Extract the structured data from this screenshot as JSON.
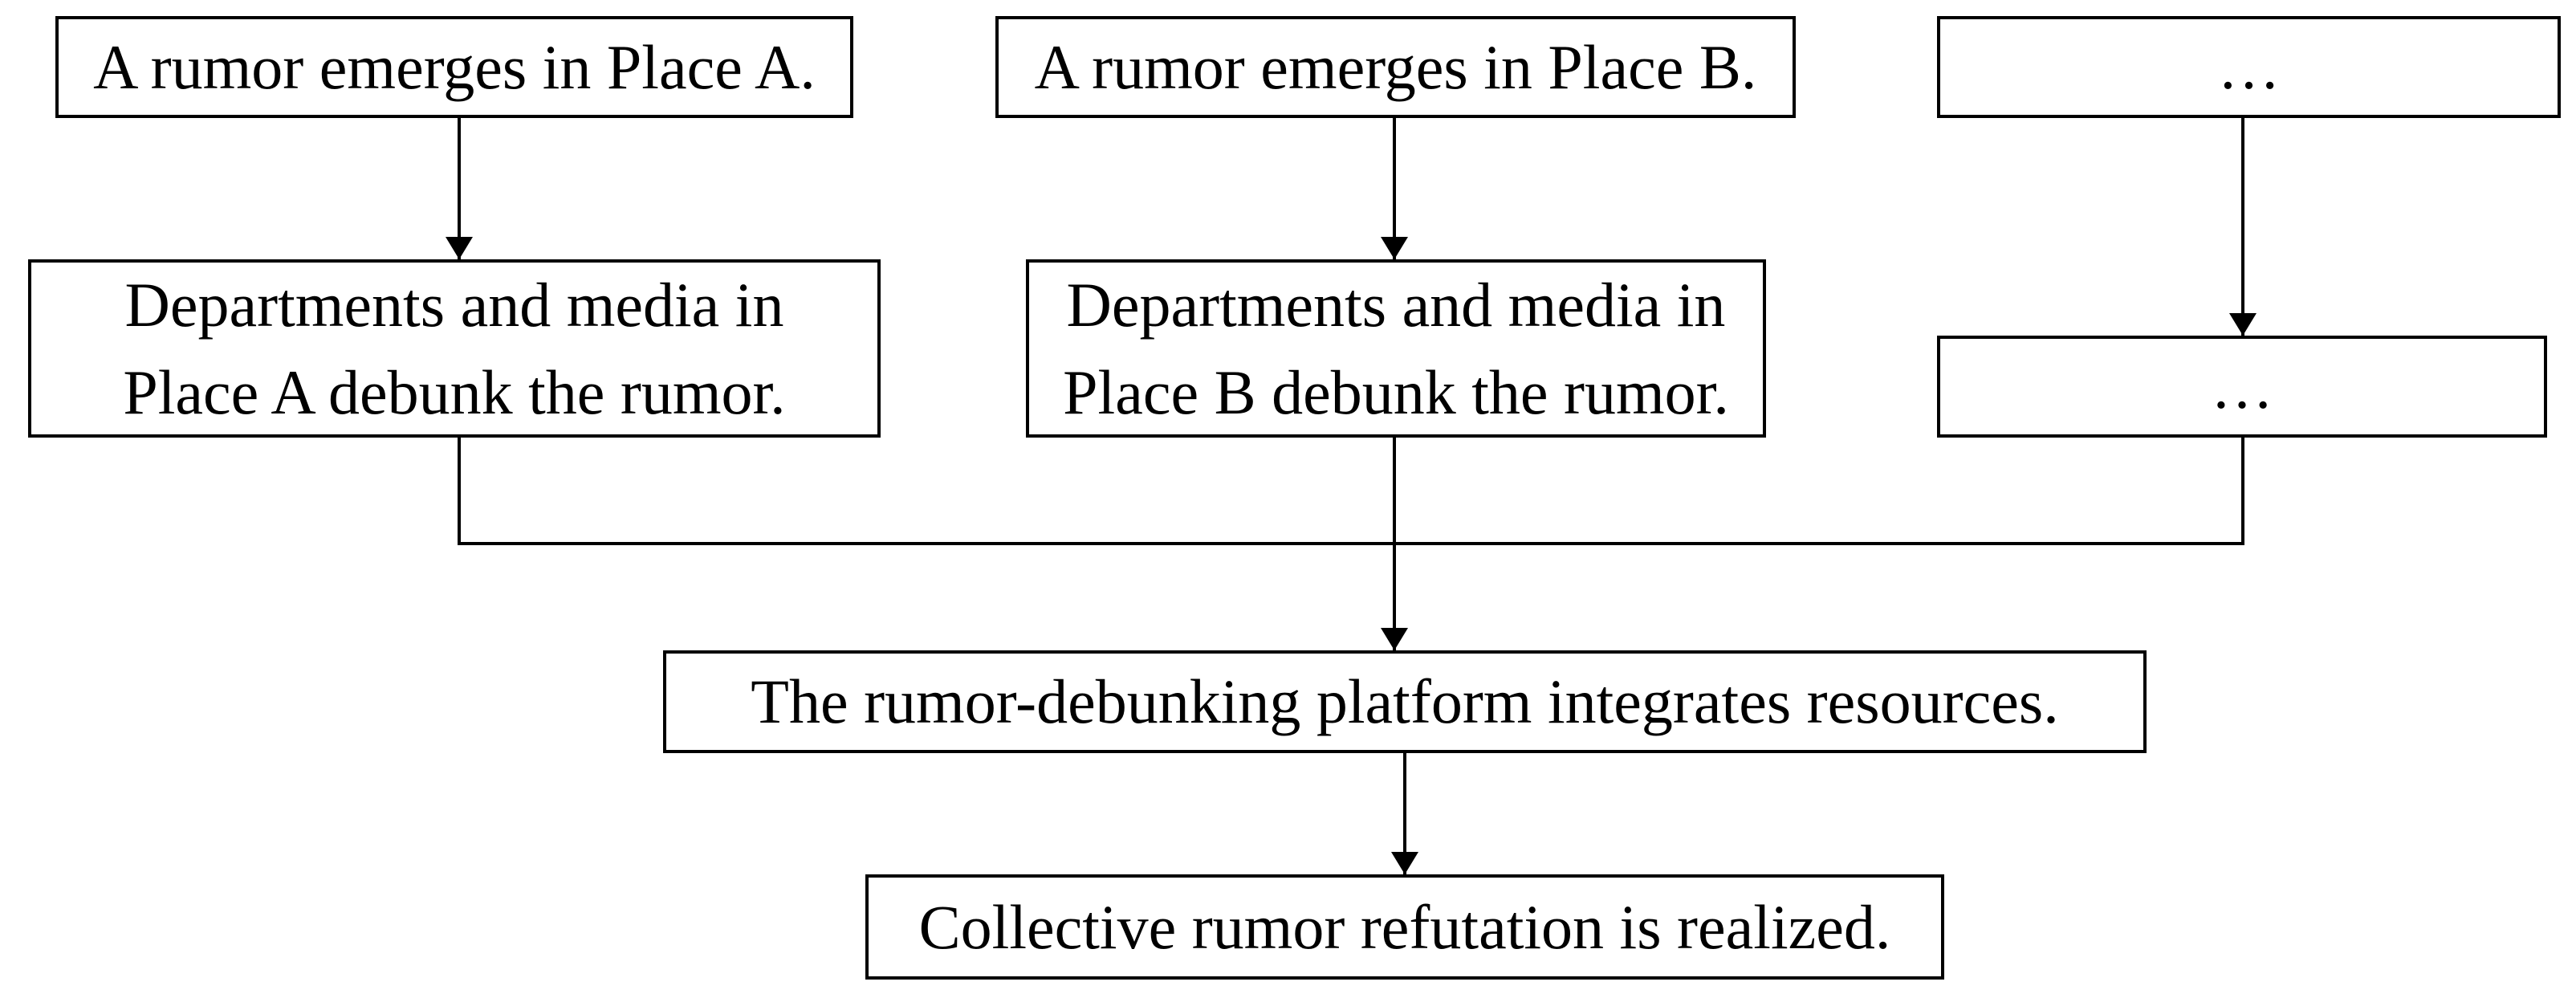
{
  "nodes": {
    "rumor_a": {
      "label": "A rumor emerges in Place A."
    },
    "rumor_b": {
      "label": "A rumor emerges in Place B."
    },
    "rumor_etc": {
      "label": "…"
    },
    "debunk_a": {
      "label": "Departments and media in\nPlace A debunk the rumor."
    },
    "debunk_b": {
      "label": "Departments and media in\nPlace B debunk the rumor."
    },
    "debunk_etc": {
      "label": "…"
    },
    "platform": {
      "label": "The rumor-debunking platform integrates resources."
    },
    "result": {
      "label": "Collective rumor refutation is realized."
    }
  },
  "colors": {
    "line": "#000000",
    "text": "#000000",
    "box_fill": "#ffffff",
    "background": "#ffffff"
  }
}
